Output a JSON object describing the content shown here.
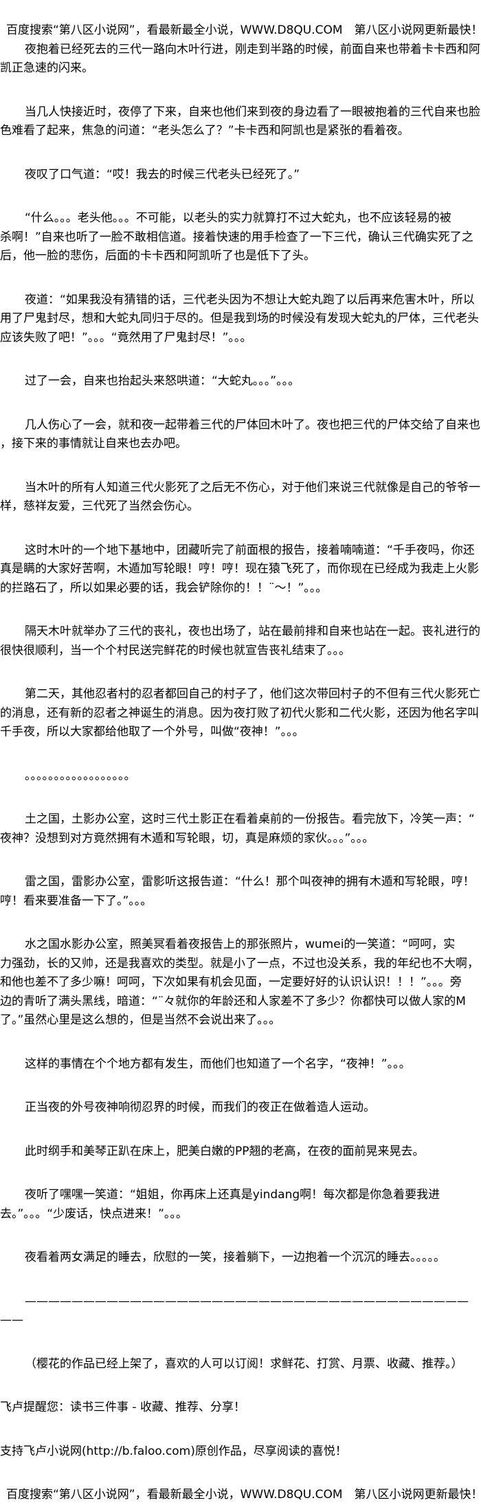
{
  "header": {
    "text": "百度搜索“第八区小说网”，看最新最全小说，WWW.D8QU.COM　第八区小说网更新最快！"
  },
  "paragraphs": [
    {
      "lines": [
        "夜抱着已经死去的三代一路向木叶行进，刚走到半路的时候，前面自来也带着卡卡西和阿",
        "凯正急速的闪来。"
      ]
    },
    {
      "lines": [
        "当几人快接近时，夜停了下来，自来也他们来到夜的身边看了一眼被抱着的三代自来也脸",
        "色难看了起来，焦急的问道：“老头怎么了？”卡卡西和阿凯也是紧张的看着夜。"
      ]
    },
    {
      "lines": [
        "夜叹了口气道：“哎！我去的时候三代老头已经死了。”"
      ]
    },
    {
      "lines": [
        "“什么。。。老头他。。。不可能，以老头的实力就算打不过大蛇丸，也不应该轻易的被",
        "杀啊！”自来也听了一脸不敢相信道。接着快速的用手检查了一下三代，确认三代确实死了之",
        "后，他一脸的悲伤，后面的卡卡西和阿凯听了也是低下了头。"
      ]
    },
    {
      "lines": [
        "夜道：“如果我没有猜错的话，三代老头因为不想让大蛇丸跑了以后再来危害木叶，所以",
        "用了尸鬼封尽，想和大蛇丸同归于尽的。但是我到场的时候没有发现大蛇丸的尸体，三代老头",
        "应该失败了吧！”。。。“竟然用了尸鬼封尽！”。。。"
      ]
    },
    {
      "lines": [
        "过了一会，自来也抬起头来怒哄道：“大蛇丸。。。”。。。"
      ]
    },
    {
      "lines": [
        "几人伤心了一会，就和夜一起带着三代的尸体回木叶了。夜也把三代的尸体交给了自来也",
        "，接下来的事情就让自来也去办吧。"
      ]
    },
    {
      "lines": [
        "当木叶的所有人知道三代火影死了之后无不伤心，对于他们来说三代就像是自己的爷爷一",
        "样，慈祥友爱，三代死了当然会伤心。"
      ]
    },
    {
      "lines": [
        "这时木叶的一个地下基地中，团藏听完了前面根的报告，接着喃喃道：“千手夜吗，你还",
        "真是瞒的大家好苦啊，木遁加写轮眼！哼！哼！现在猿飞死了，而你现在已经成为我走上火影",
        "的拦路石了，所以如果必要的话，我会铲除你的！！¨～！”。。。"
      ]
    },
    {
      "lines": [
        "隔天木叶就举办了三代的丧礼，夜也出场了，站在最前排和自来也站在一起。丧礼进行的",
        "很快很顺利，当一个个村民送完鲜花的时候也就宣告丧礼结束了。。。"
      ]
    },
    {
      "lines": [
        "第二天，其他忍者村的忍者都回自己的村子了，他们这次带回村子的不但有三代火影死亡",
        "的消息，还有新的忍者之神诞生的消息。因为夜打败了初代火影和二代火影，还因为他名字叫",
        "千手夜，所以大家都给他取了一个外号，叫做“夜神！”。。。"
      ]
    },
    {
      "lines": [
        "。。。。。。。。。。。。。。。。。。"
      ]
    },
    {
      "lines": [
        "土之国，土影办公室，这时三代土影正在看着桌前的一份报告。看完放下，冷笑一声：“",
        "夜神？没想到对方竟然拥有木遁和写轮眼，切，真是麻烦的家伙。。。”。。。"
      ]
    },
    {
      "lines": [
        "雷之国，雷影办公室，雷影听这报告道：“什么！那个叫夜神的拥有木遁和写轮眼，哼！",
        "哼！看来要准备一下了。”。。。"
      ]
    },
    {
      "lines": [
        "水之国水影办公室，照美冥看着夜报告上的那张照片，wumei的一笑道：“呵呵，实",
        "力强劲，长的又帅，还是我喜欢的类型。就是小了一点，不过也没关系，我的年纪也不大啊，",
        "和他也差不了多少嘛！呵呵，下次如果有机会见面，一定要好好的认识认识！！！”。。。旁",
        "边的青听了满头黑线，暗道：“¨々就你的年龄还和人家差不了多少？你都快可以做人家的M",
        "了。”虽然心里是这么想的，但是当然不会说出来了。。。"
      ]
    },
    {
      "lines": [
        "这样的事情在个个地方都有发生，而他们也知道了一个名字，“夜神！”。。。"
      ]
    },
    {
      "lines": [
        "正当夜的外号夜神响彻忍界的时候，而我们的夜正在做着造人运动。"
      ]
    },
    {
      "lines": [
        "此时纲手和美琴正趴在床上，肥美白嫩的PP翘的老高，在夜的面前晃来晃去。"
      ]
    },
    {
      "lines": [
        "夜听了嘿嘿一笑道：“姐姐，你再床上还真是yindang啊！每次都是你急着要我进",
        "去。”。。。“少废话，快点进来！”。。。"
      ]
    },
    {
      "lines": [
        "夜看着两女满足的睡去，欣慰的一笑，接着躺下，一边抱着一个沉沉的睡去。。。。。"
      ]
    },
    {
      "lines": [
        "——————————————————————————————————————",
        "——"
      ]
    },
    {
      "lines": [
        "（樱花的作品已经上架了，喜欢的人可以订阅！求鲜花、打赏、月票、收藏、推荐。）"
      ]
    }
  ],
  "faloo_notice": "飞卢提醒您：读书三件事 - 收藏、推荐、分享！",
  "faloo_support": "支持飞卢小说网(http://b.faloo.com)原创作品，尽享阅读的喜悦！",
  "footer": {
    "text": "百度搜索“第八区小说网”，看最新最全小说，WWW.D8QU.COM　第八区小说网更新最快！"
  }
}
